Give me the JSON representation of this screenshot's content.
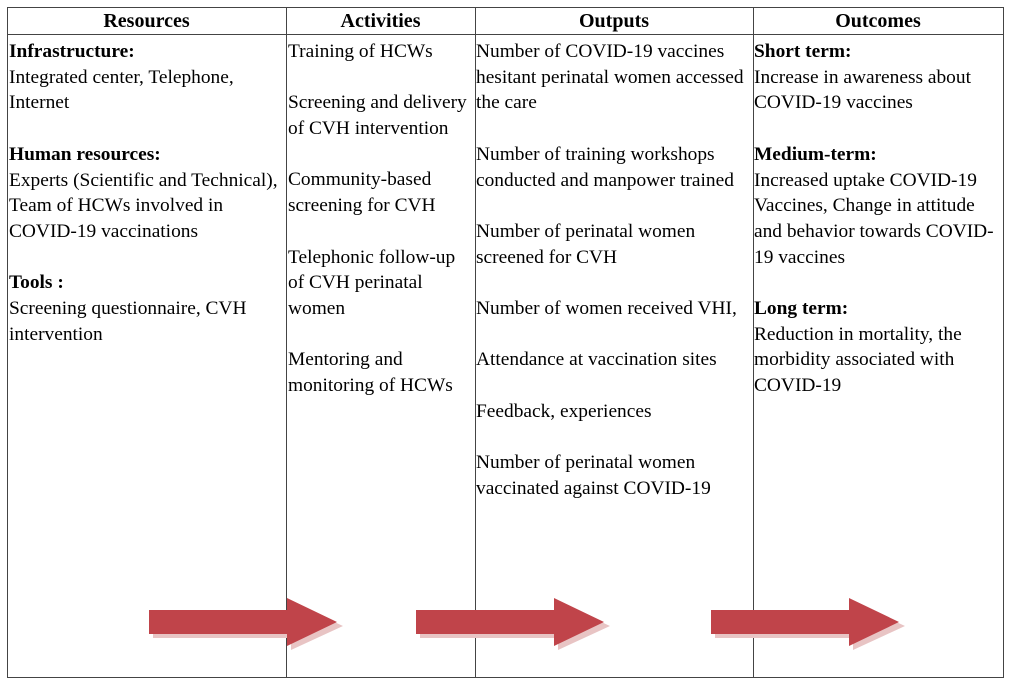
{
  "headers": {
    "resources": "Resources",
    "activities": "Activities",
    "outputs": "Outputs",
    "outcomes": "Outcomes"
  },
  "resources": {
    "infrastructure_title": "Infrastructure:",
    "infrastructure_text": "Integrated center, Telephone, Internet",
    "human_title": "Human resources:",
    "human_text": "Experts (Scientific and Technical), Team of HCWs involved in COVID-19 vaccinations",
    "tools_title": "Tools :",
    "tools_text": "Screening questionnaire, CVH intervention"
  },
  "activities": [
    "Training of HCWs",
    "Screening and delivery of CVH intervention",
    "Community-based screening for CVH",
    "Telephonic follow-up of  CVH perinatal women",
    "Mentoring and monitoring of HCWs"
  ],
  "outputs": [
    "Number of COVID-19 vaccines hesitant perinatal women accessed the care",
    "Number of training workshops conducted and manpower trained",
    "Number of perinatal women screened for CVH",
    "Number of women received VHI,",
    "Attendance at vaccination sites",
    "Feedback, experiences",
    "Number of perinatal women vaccinated against COVID-19"
  ],
  "outcomes": {
    "short_title": "Short term:",
    "short_text": "Increase in  awareness about COVID-19 vaccines",
    "medium_title": "Medium-term:",
    "medium_text": "Increased uptake COVID-19 Vaccines, Change in attitude and behavior towards COVID-19 vaccines",
    "long_title": "Long term:",
    "long_text": "Reduction in mortality, the morbidity associated with COVID-19"
  },
  "colors": {
    "arrow_fill": "#c0444a",
    "arrow_shadow": "#e8c4c4",
    "border": "#444444"
  }
}
